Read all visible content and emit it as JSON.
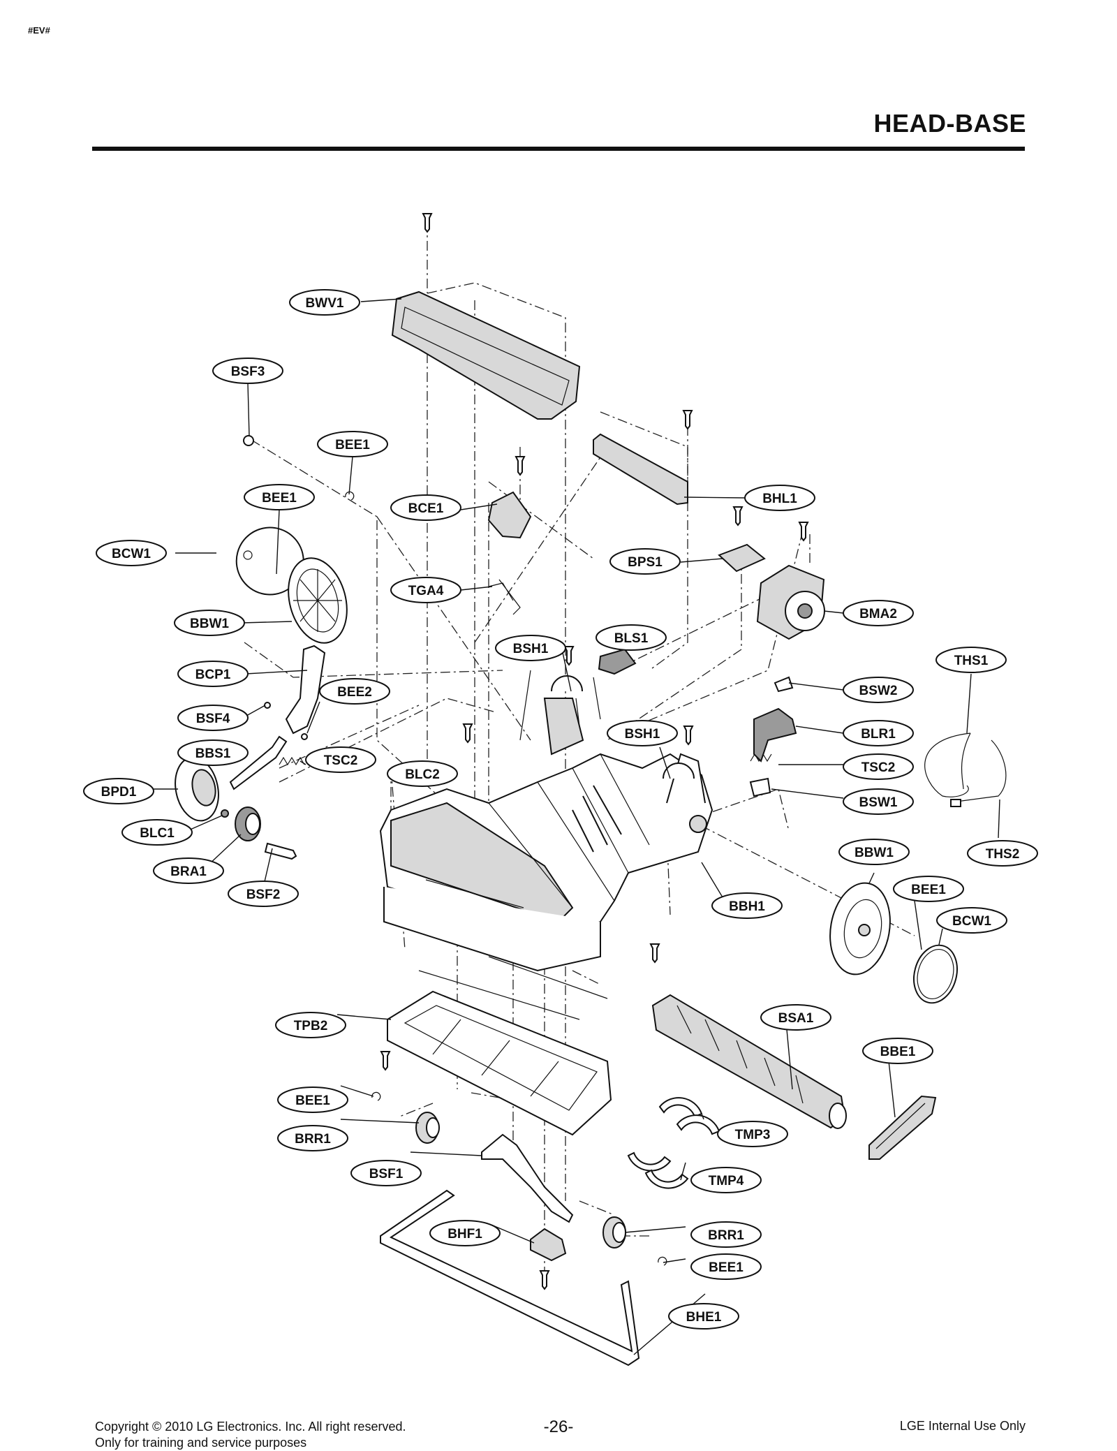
{
  "corner_mark": "#EV#",
  "title": "HEAD-BASE",
  "callouts": [
    {
      "id": "bwv1",
      "label": "BWV1"
    },
    {
      "id": "bsf3",
      "label": "BSF3"
    },
    {
      "id": "bee1-a",
      "label": "BEE1"
    },
    {
      "id": "bee1-b",
      "label": "BEE1"
    },
    {
      "id": "bce1",
      "label": "BCE1"
    },
    {
      "id": "bhl1",
      "label": "BHL1"
    },
    {
      "id": "bcw1-a",
      "label": "BCW1"
    },
    {
      "id": "bps1",
      "label": "BPS1"
    },
    {
      "id": "tga4",
      "label": "TGA4"
    },
    {
      "id": "bma2",
      "label": "BMA2"
    },
    {
      "id": "bbw1-a",
      "label": "BBW1"
    },
    {
      "id": "bls1",
      "label": "BLS1"
    },
    {
      "id": "bsh1-a",
      "label": "BSH1"
    },
    {
      "id": "ths1",
      "label": "THS1"
    },
    {
      "id": "bcp1",
      "label": "BCP1"
    },
    {
      "id": "bee2",
      "label": "BEE2"
    },
    {
      "id": "bsw2",
      "label": "BSW2"
    },
    {
      "id": "bsf4",
      "label": "BSF4"
    },
    {
      "id": "bsh1-b",
      "label": "BSH1"
    },
    {
      "id": "blr1",
      "label": "BLR1"
    },
    {
      "id": "bbs1",
      "label": "BBS1"
    },
    {
      "id": "tsc2-a",
      "label": "TSC2"
    },
    {
      "id": "tsc2-b",
      "label": "TSC2"
    },
    {
      "id": "blc2",
      "label": "BLC2"
    },
    {
      "id": "bpd1",
      "label": "BPD1"
    },
    {
      "id": "bsw1",
      "label": "BSW1"
    },
    {
      "id": "blc1",
      "label": "BLC1"
    },
    {
      "id": "bbw1-b",
      "label": "BBW1"
    },
    {
      "id": "ths2",
      "label": "THS2"
    },
    {
      "id": "bra1",
      "label": "BRA1"
    },
    {
      "id": "bee1-c",
      "label": "BEE1"
    },
    {
      "id": "bsf2",
      "label": "BSF2"
    },
    {
      "id": "bbh1",
      "label": "BBH1"
    },
    {
      "id": "bcw1-b",
      "label": "BCW1"
    },
    {
      "id": "tpb2",
      "label": "TPB2"
    },
    {
      "id": "bsa1",
      "label": "BSA1"
    },
    {
      "id": "bbe1",
      "label": "BBE1"
    },
    {
      "id": "bee1-d",
      "label": "BEE1"
    },
    {
      "id": "brr1-a",
      "label": "BRR1"
    },
    {
      "id": "tmp3",
      "label": "TMP3"
    },
    {
      "id": "bsf1",
      "label": "BSF1"
    },
    {
      "id": "tmp4",
      "label": "TMP4"
    },
    {
      "id": "bhf1",
      "label": "BHF1"
    },
    {
      "id": "brr1-b",
      "label": "BRR1"
    },
    {
      "id": "bee1-e",
      "label": "BEE1"
    },
    {
      "id": "bhe1",
      "label": "BHE1"
    }
  ],
  "footer": {
    "copyright": "Copyright © 2010 LG Electronics. Inc. All right reserved.",
    "note": "Only for training and service purposes",
    "page_number": "-26-",
    "internal": "LGE Internal Use Only"
  }
}
